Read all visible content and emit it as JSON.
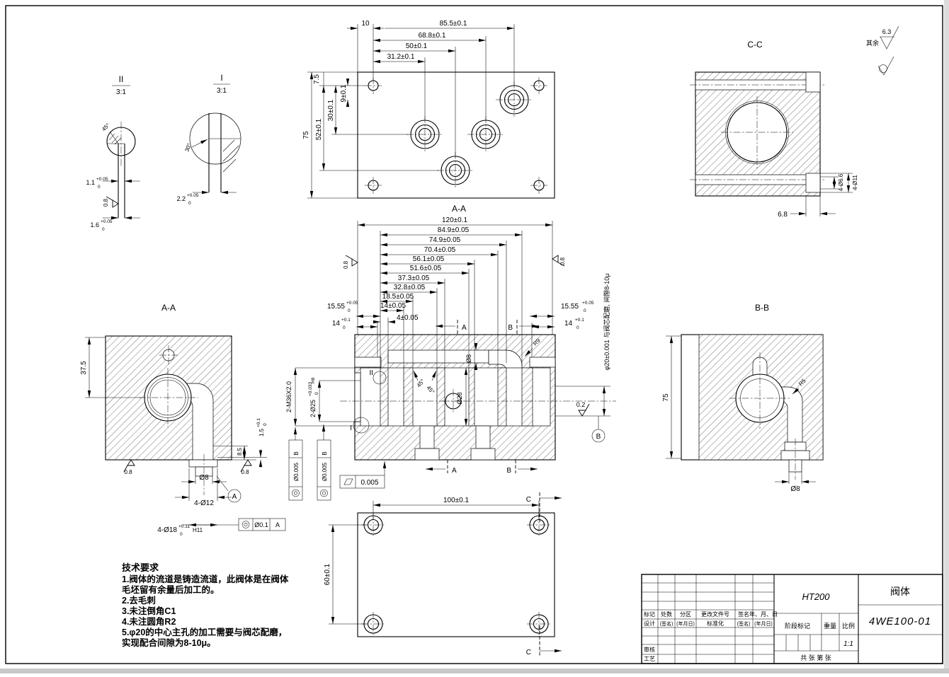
{
  "drawing": {
    "part_name": "阀体",
    "drawing_no": "4WE100-01",
    "material": "HT200",
    "scale": "1:1"
  },
  "general_note": {
    "prefix": "其余",
    "roughness": "6.3"
  },
  "detail_ii": {
    "title": "II",
    "scale": "3:1",
    "angle": "45°",
    "dim1": "1.1",
    "dim1_up": "+0.05",
    "dim1_dn": "0",
    "rough": "0.8",
    "dim2": "1.6",
    "dim2_up": "+0.05",
    "dim2_dn": "0"
  },
  "detail_i": {
    "title": "I",
    "scale": "3:1",
    "angle": "30°",
    "dim": "2.2",
    "dim_up": "+0.05",
    "dim_dn": "0"
  },
  "top_view": {
    "label": "A-A",
    "d10": "10",
    "d85": "85.5±0.1",
    "d68": "68.8±0.1",
    "d50": "50±0.1",
    "d31": "31.2±0.1",
    "d7": "7.5",
    "d9": "9±0.1",
    "d30": "30±0.1",
    "d52": "52±0.1",
    "d75": "75"
  },
  "section_cc": {
    "label": "C-C",
    "holes_small": "4-Ø6.6",
    "holes_big": "4-Ø11",
    "depth": "6.8"
  },
  "main_section": {
    "stack": [
      "120±0.1",
      "84.9±0.05",
      "74.9±0.05",
      "70.4±0.05",
      "56.1±0.05",
      "51.6±0.05",
      "37.3±0.05",
      "32.8±0.05",
      "18.5±0.05",
      "14±0.05",
      "4±0.05"
    ],
    "l1": "15.55",
    "l1_up": "+0.05",
    "l1_dn": "0",
    "l2": "14",
    "l2_up": "+0.1",
    "l2_dn": "0",
    "r1": "15.55",
    "r1_up": "+0.05",
    "r1_dn": "0",
    "r2": "14",
    "r2_up": "+0.1",
    "r2_dn": "0",
    "thread": "2-M36X2.0",
    "bore": "2-Ø25",
    "bore_up": "+0.033",
    "bore_dn": "0",
    "bore_fit": "H8",
    "fcf_tol": "Ø0.005",
    "fcf_datum": "B",
    "phi8": "Ø8",
    "phi28": "Ø28",
    "r9": "R9",
    "chamfer": "45°",
    "bore_note": "φ20±0.001  与阀芯配磨, 间隙8-10μ",
    "rough_side": "0.8",
    "rough_bore": "0.2",
    "flatness": "0.005",
    "sec_a": "A",
    "sec_b": "B",
    "datum_b": "B",
    "det_ii": "II",
    "det_i": "I"
  },
  "section_aa": {
    "label": "A-A",
    "d375": "37.5",
    "d15": "1.5",
    "d15_up": "+0.1",
    "d15_dn": "0",
    "d85": "8.5",
    "rough": "0.8",
    "phi8": "Ø8",
    "d12": "4-Ø12",
    "datum": "A",
    "d18": "4-Ø18",
    "d18_up": "+0.11",
    "d18_dn": "0",
    "d18_fit": "H11",
    "fcf_tol": "Ø0.1",
    "fcf_datum": "A"
  },
  "section_bb": {
    "label": "B-B",
    "d75": "75",
    "r5": "R5",
    "phi8": "Ø8"
  },
  "bottom_view": {
    "sec": "C",
    "d100": "100±0.1",
    "d60": "60±0.1"
  },
  "tech_req": {
    "title": "技术要求",
    "lines": [
      "1.阀体的流道是铸造流道，此阀体是在阀体",
      "毛坯留有余量后加工的。",
      "2.去毛刺",
      "3.未注倒角C1",
      "4.未注圆角R2",
      "5.φ20的中心主孔的加工需要与阀芯配磨，",
      "实现配合间隙为8-10μ。"
    ]
  },
  "title_block": {
    "row1": [
      "标记",
      "处数",
      "分区",
      "更改文件号",
      "签名",
      "年、月、日"
    ],
    "row2": [
      "设计",
      "(签名)",
      "(年月日)",
      "标准化",
      "(签名)",
      "(年月日)"
    ],
    "audit": "审核",
    "process": "工艺",
    "stage": "阶段标记",
    "weight": "重量",
    "ratio": "比例",
    "ratio_val": "1:1",
    "sheets": "共  张 第  张"
  }
}
